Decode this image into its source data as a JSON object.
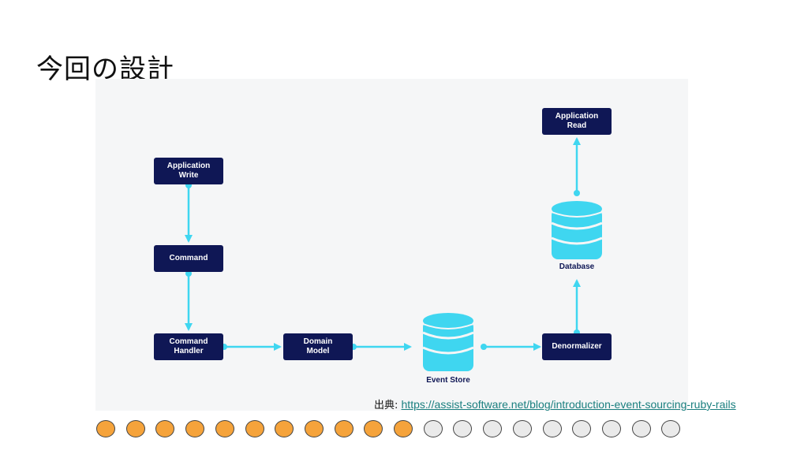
{
  "title": "今回の設計",
  "diagram": {
    "nodes": {
      "app_write": "Application\nWrite",
      "command": "Command",
      "command_handler": "Command\nHandler",
      "domain_model": "Domain\nModel",
      "denormalizer": "Denormalizer",
      "app_read": "Application\nRead"
    },
    "stores": {
      "event_store": "Event Store",
      "database": "Database"
    },
    "colors": {
      "node": "#0f1755",
      "connector": "#3fd6f0",
      "panel": "#f5f6f7"
    }
  },
  "source": {
    "label": "出典: ",
    "url_text": "https://assist-software.net/blog/introduction-event-sourcing-ruby-rails"
  },
  "progress": {
    "done": 11,
    "total": 20,
    "colors": {
      "done": "#f5a33b",
      "todo": "#eaeaea"
    }
  }
}
